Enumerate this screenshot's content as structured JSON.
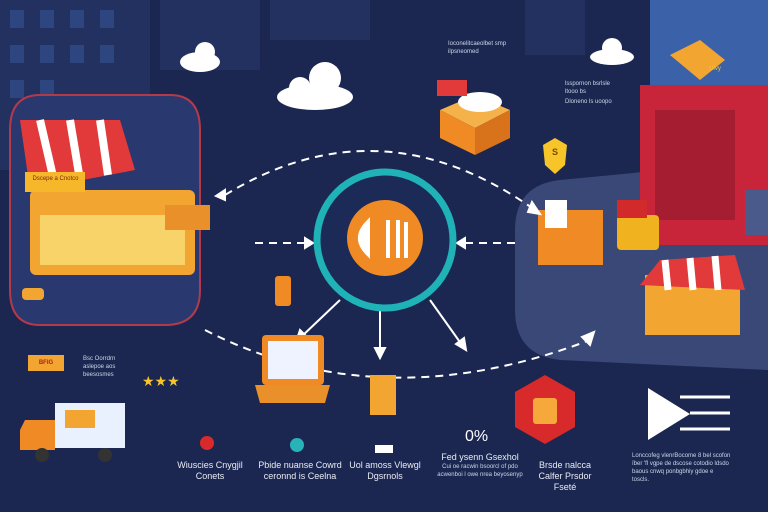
{
  "center": {
    "icon": "fork-knife-icon"
  },
  "captions": [
    {
      "title": "Wiuscies Cnygjil Conets"
    },
    {
      "title": "Pbide nuanse Cowrd ceronnd is Ceelna"
    },
    {
      "title": "Uol amoss Vlewgl Dgsrnols"
    },
    {
      "title": "Fed ysenn Gsexhol",
      "body": "Cui oe racwin bsoorcl of pdo acwenboi l owe nrea beyosenyp"
    },
    {
      "title": "Brsde nalcca Calfer Prsdor Fseté"
    },
    {
      "title": "Lonccofeg vlenrBocome 8 bel scofon ïber 'fl vgpe de dscose cotodio ldsdo baous cnwq ponbgbhiy gdoe e toscls."
    }
  ],
  "percent": "0%",
  "top_notes": [
    "Ioconelitcaeolbet smp ilpsneomed",
    "lsspornon bsrlsle ltooo bs",
    "Dloneno ls uoopo"
  ],
  "left_notes": [
    "Bsc Oorrdrn aslepoe aos beesosmes"
  ],
  "signs": {
    "store_left": "Dscepe a Cnotco",
    "badge_left": "BFIG",
    "price_shield": "S",
    "tower_sign": "Ulvy"
  },
  "rating_stars": 3,
  "colors": {
    "bg": "#1b2750",
    "accent": "#f08a24",
    "ring": "#1fb3b8",
    "red": "#d82a2a"
  }
}
